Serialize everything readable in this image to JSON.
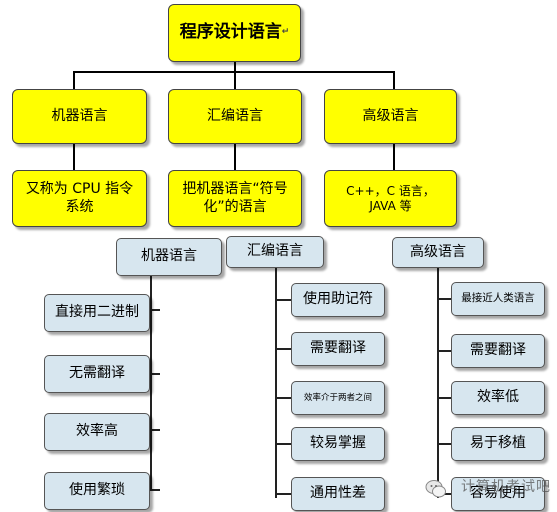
{
  "top": {
    "root": "程序设计语言"
  },
  "categories": {
    "machine": "机器语言",
    "assembly": "汇编语言",
    "high": "高级语言"
  },
  "descriptions": {
    "machine": "又称为 CPU 指令系统",
    "assembly": "把机器语言“符号化”的语言",
    "high": "C++，C 语言，JAVA 等"
  },
  "features": {
    "machine": {
      "title": "机器语言",
      "items": [
        "直接用二进制",
        "无需翻译",
        "效率高",
        "使用繁琐"
      ]
    },
    "assembly": {
      "title": "汇编语言",
      "items": [
        "使用助记符",
        "需要翻译",
        "效率介于两者之间",
        "较易掌握",
        "通用性差"
      ]
    },
    "high": {
      "title": "高级语言",
      "items": [
        "最接近人类语言",
        "需要翻译",
        "效率低",
        "易于移植",
        "容易使用"
      ]
    }
  },
  "watermark": "计算机考试吧",
  "para_mark": "↵",
  "colors": {
    "yellow": "#ffff00",
    "blue": "#d7e6ef"
  }
}
